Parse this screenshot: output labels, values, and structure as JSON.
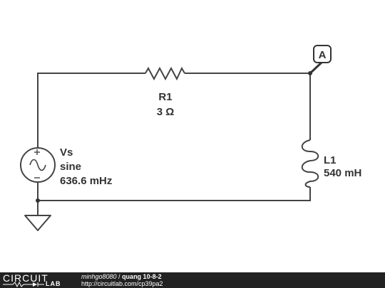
{
  "components": {
    "resistor": {
      "name": "R1",
      "value": "3 Ω"
    },
    "source": {
      "name": "Vs",
      "type": "sine",
      "frequency": "636.6 mHz"
    },
    "inductor": {
      "name": "L1",
      "value": "540 mH"
    },
    "ammeter": {
      "label": "A"
    }
  },
  "footer": {
    "logo_top": "CIRCUIT",
    "logo_bottom": "LAB",
    "author": "minhgo8080",
    "separator": " / ",
    "title": "quang 10-8-2",
    "url": "http://circuitlab.com/cp39pa2"
  }
}
